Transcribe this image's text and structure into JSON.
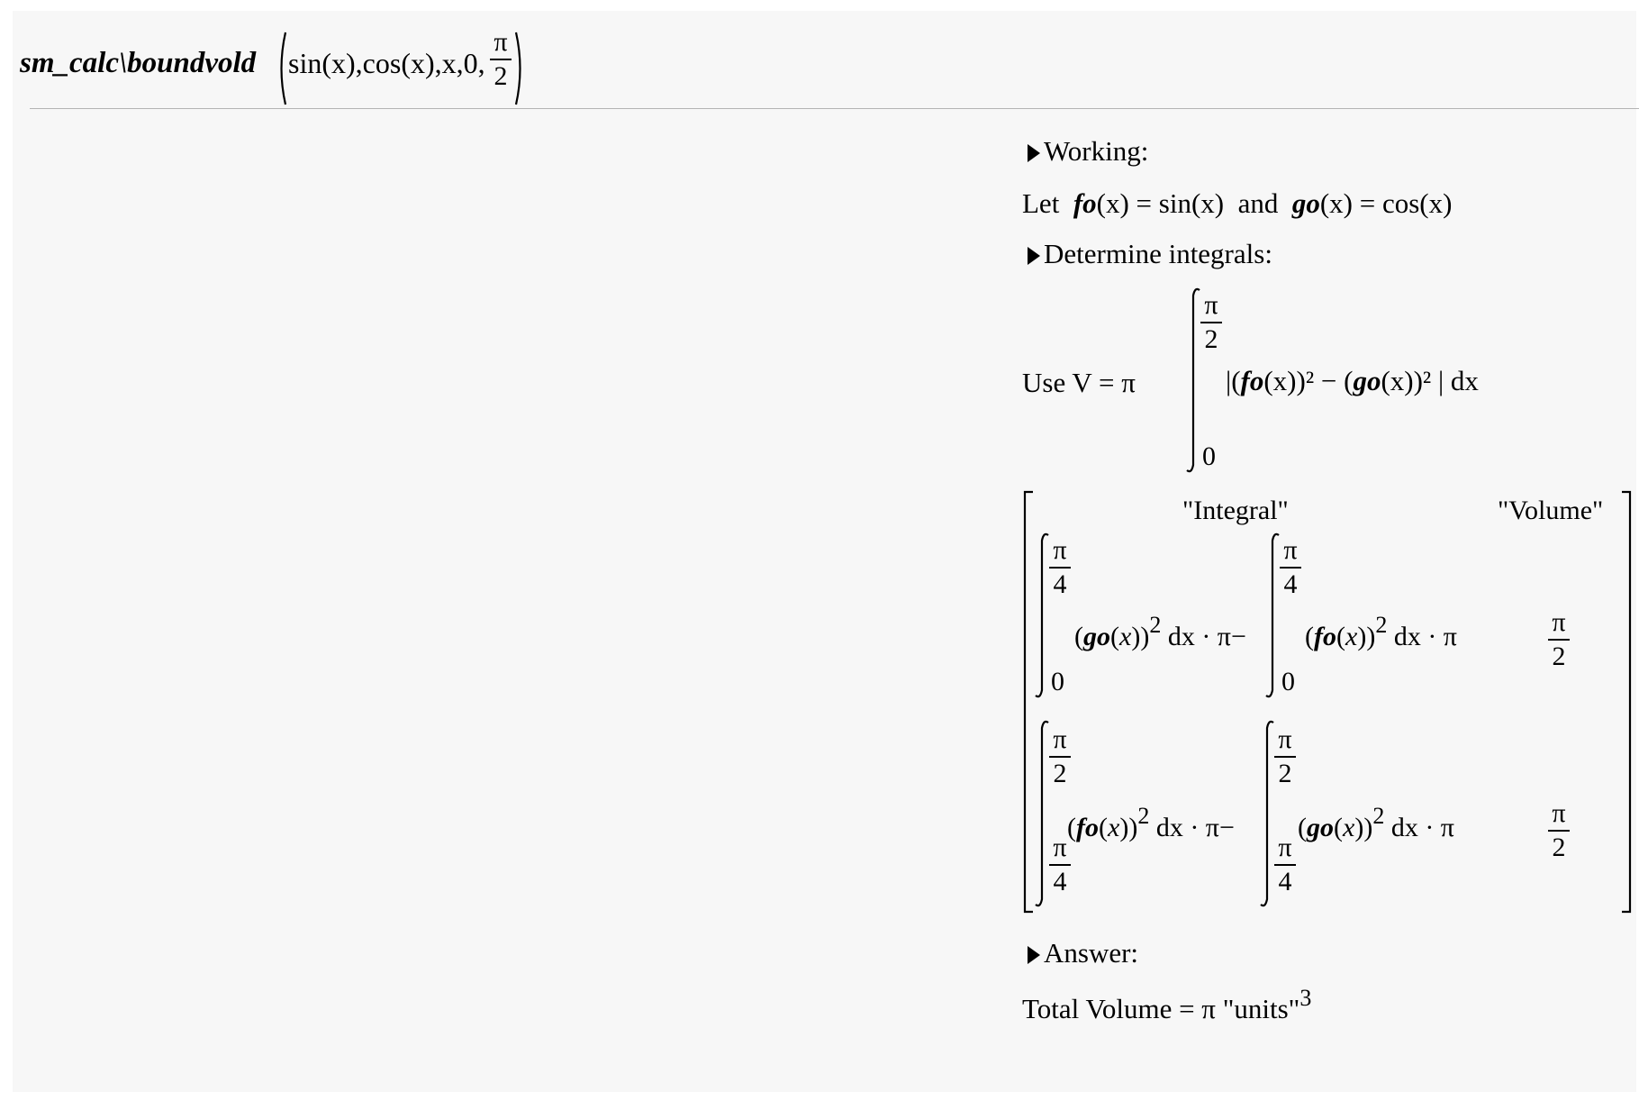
{
  "entry": {
    "command": "sm_calc\\boundvold",
    "args": "sin(x),cos(x),x,0,",
    "upper_num": "π",
    "upper_den": "2"
  },
  "output": {
    "working_heading": "Working:",
    "let_prefix": "Let",
    "f_name": "fo",
    "f_def": "(x) = sin(x)",
    "and_word": "and",
    "g_name": "go",
    "g_def": "(x) = cos(x)",
    "determine_heading": "Determine integrals:",
    "formula_prefix": "Use V  =  π",
    "formula_upper_num": "π",
    "formula_upper_den": "2",
    "formula_lower": "0",
    "formula_integrand_open": "|(",
    "formula_integrand_mid": "(x))² − (",
    "formula_integrand_end": "(x))² |",
    "formula_dx": "dx",
    "matrix": {
      "header_integral": "\"Integral\"",
      "header_volume": "\"Volume\"",
      "rows": [
        {
          "int1_upper_num": "π",
          "int1_upper_den": "4",
          "int1_lower": "0",
          "int1_fn": "go",
          "int1_tail": "dx · π−",
          "int2_upper_num": "π",
          "int2_upper_den": "4",
          "int2_lower": "0",
          "int2_fn": "fo",
          "int2_tail": "dx · π",
          "vol_num": "π",
          "vol_den": "2"
        },
        {
          "int1_upper_num": "π",
          "int1_upper_den": "2",
          "int1_lower_num": "π",
          "int1_lower_den": "4",
          "int1_fn": "fo",
          "int1_tail": "dx · π−",
          "int2_upper_num": "π",
          "int2_upper_den": "2",
          "int2_lower_num": "π",
          "int2_lower_den": "4",
          "int2_fn": "go",
          "int2_tail": "dx · π",
          "vol_num": "π",
          "vol_den": "2"
        }
      ]
    },
    "answer_heading": "Answer:",
    "total_prefix": "Total Volume  =  π \"units\"",
    "total_exp": "3"
  },
  "colors": {
    "page_bg": "#f7f7f7",
    "divider": "#b4b4b4",
    "text": "#000000"
  }
}
